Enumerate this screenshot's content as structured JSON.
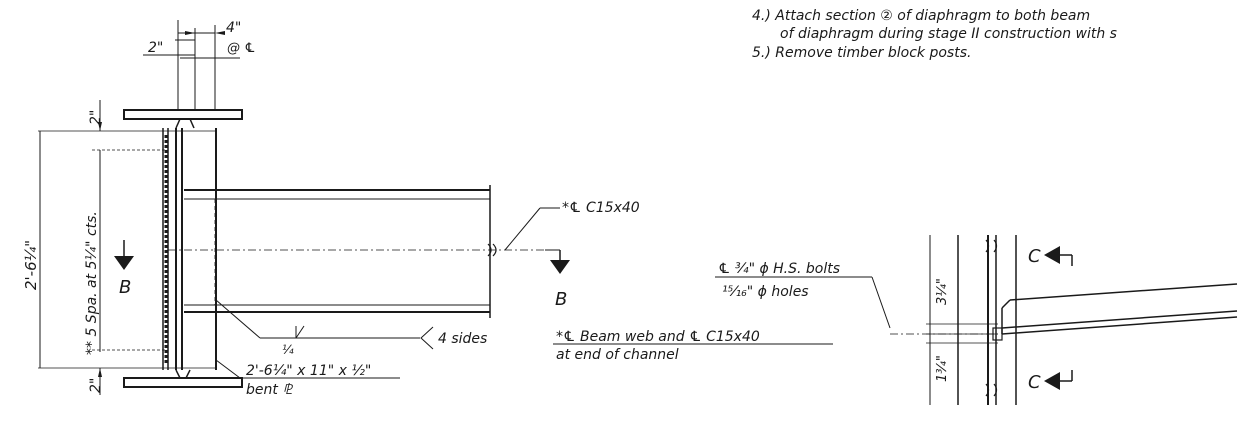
{
  "notes": {
    "note_4_line_1": "4.) Attach section ② of diaphragm to both beam",
    "note_4_line_2": "of diaphragm during stage II construction with s",
    "note_5": "5.) Remove timber block posts."
  },
  "left_detail": {
    "dim_top_4": "4\"",
    "dim_top_at_cl": "@ ℄",
    "dim_top_2": "2\"",
    "dim_flange_top": "2\"",
    "dim_flange_bottom": "2\"",
    "dim_overall": "2'-6¼\"",
    "bolt_spacing": "** 5 Spa. at 5¼\" cts.",
    "section_label_left": "B",
    "section_label_right": "B",
    "channel_callout": "*℄ C15x40",
    "weld_size": "¼",
    "weld_note": "4 sides",
    "plate_line_1": "2'-6¼\" x 11\" x ½\"",
    "plate_line_2": "bent ⅊",
    "beam_web_line_1": "*℄ Beam web and ℄ C15x40",
    "beam_web_line_2": "at end of channel"
  },
  "right_detail": {
    "bolts_label": "℄ ¾\" ϕ H.S. bolts",
    "holes_label": "¹⁵⁄₁₆\" ϕ holes",
    "dim_upper": "3¼\"",
    "dim_lower": "1¾\"",
    "section_label_top": "C",
    "section_label_bottom": "C"
  }
}
